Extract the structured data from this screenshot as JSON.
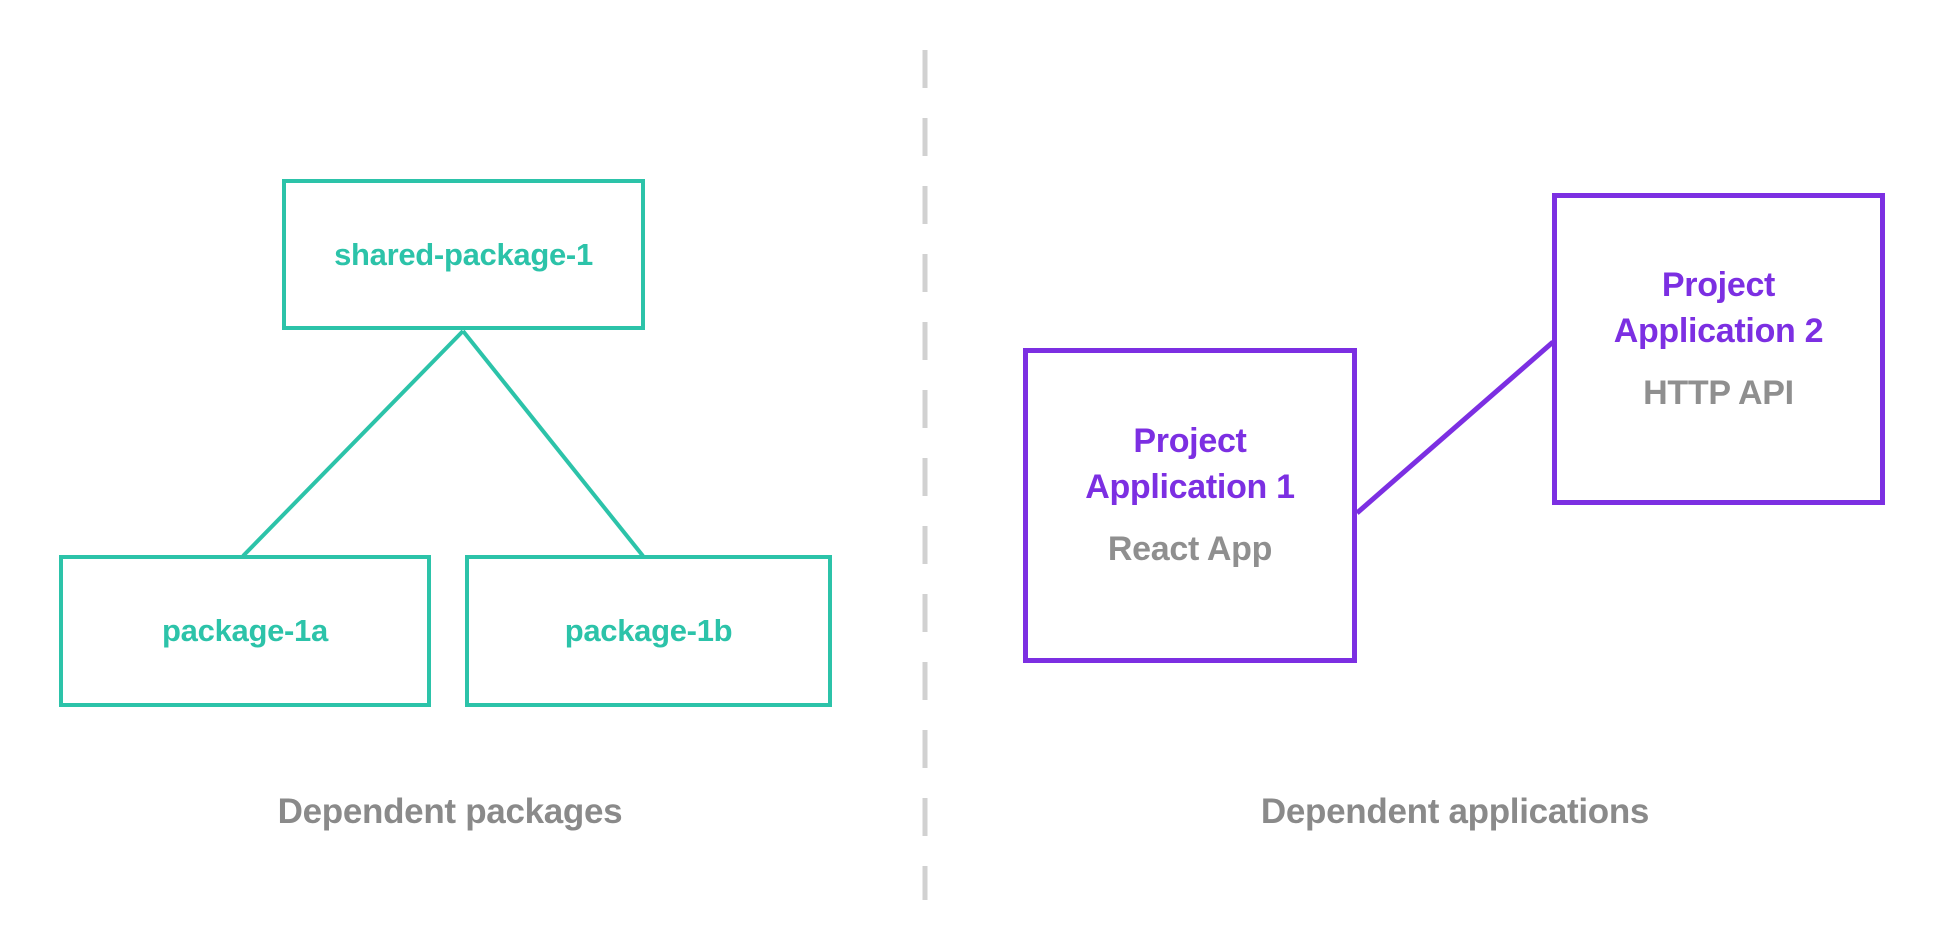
{
  "colors": {
    "teal": "#2cc3a9",
    "purple": "#7c2fe2",
    "caption_gray": "#8a8a8a",
    "subtitle_gray": "#8f8f8f",
    "divider_gray": "#d1d1d1"
  },
  "left_diagram": {
    "root": {
      "label": "shared-package-1"
    },
    "children": [
      {
        "label": "package-1a"
      },
      {
        "label": "package-1b"
      }
    ],
    "caption": "Dependent packages"
  },
  "right_diagram": {
    "apps": [
      {
        "title_line1": "Project",
        "title_line2": "Application 1",
        "subtitle": "React App"
      },
      {
        "title_line1": "Project",
        "title_line2": "Application 2",
        "subtitle": "HTTP API"
      }
    ],
    "caption": "Dependent applications"
  }
}
